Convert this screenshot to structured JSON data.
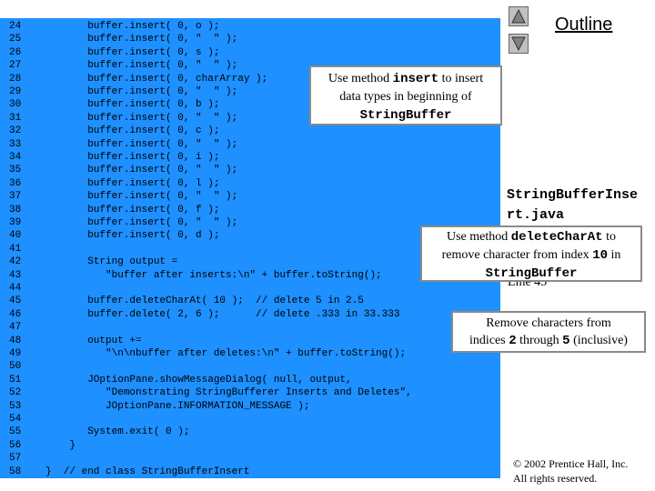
{
  "code": {
    "lines": [
      {
        "n": "24",
        "t": "       buffer.insert( 0, o );"
      },
      {
        "n": "25",
        "t": "       buffer.insert( 0, \"  \" );"
      },
      {
        "n": "26",
        "t": "       buffer.insert( 0, s );"
      },
      {
        "n": "27",
        "t": "       buffer.insert( 0, \"  \" );"
      },
      {
        "n": "28",
        "t": "       buffer.insert( 0, charArray );"
      },
      {
        "n": "29",
        "t": "       buffer.insert( 0, \"  \" );"
      },
      {
        "n": "30",
        "t": "       buffer.insert( 0, b );"
      },
      {
        "n": "31",
        "t": "       buffer.insert( 0, \"  \" );"
      },
      {
        "n": "32",
        "t": "       buffer.insert( 0, c );"
      },
      {
        "n": "33",
        "t": "       buffer.insert( 0, \"  \" );"
      },
      {
        "n": "34",
        "t": "       buffer.insert( 0, i );"
      },
      {
        "n": "35",
        "t": "       buffer.insert( 0, \"  \" );"
      },
      {
        "n": "36",
        "t": "       buffer.insert( 0, l );"
      },
      {
        "n": "37",
        "t": "       buffer.insert( 0, \"  \" );"
      },
      {
        "n": "38",
        "t": "       buffer.insert( 0, f );"
      },
      {
        "n": "39",
        "t": "       buffer.insert( 0, \"  \" );"
      },
      {
        "n": "40",
        "t": "       buffer.insert( 0, d );"
      },
      {
        "n": "41",
        "t": ""
      },
      {
        "n": "42",
        "t": "       String output ="
      },
      {
        "n": "43",
        "t": "          \"buffer after inserts:\\n\" + buffer.toString();"
      },
      {
        "n": "44",
        "t": ""
      },
      {
        "n": "45",
        "t": "       buffer.deleteCharAt( 10 );  // delete 5 in 2.5"
      },
      {
        "n": "46",
        "t": "       buffer.delete( 2, 6 );      // delete .333 in 33.333"
      },
      {
        "n": "47",
        "t": ""
      },
      {
        "n": "48",
        "t": "       output +="
      },
      {
        "n": "49",
        "t": "          \"\\n\\nbuffer after deletes:\\n\" + buffer.toString();"
      },
      {
        "n": "50",
        "t": ""
      },
      {
        "n": "51",
        "t": "       JOptionPane.showMessageDialog( null, output,"
      },
      {
        "n": "52",
        "t": "          \"Demonstrating StringBufferer Inserts and Deletes\","
      },
      {
        "n": "53",
        "t": "          JOptionPane.INFORMATION_MESSAGE );"
      },
      {
        "n": "54",
        "t": ""
      },
      {
        "n": "55",
        "t": "       System.exit( 0 );"
      },
      {
        "n": "56",
        "t": "    }"
      },
      {
        "n": "57",
        "t": ""
      },
      {
        "n": "58",
        "t": "}  // end class StringBufferInsert"
      }
    ]
  },
  "callouts": {
    "insert": {
      "pre": "Use method ",
      "kw": "insert",
      "post": " to insert",
      "line2": "data types in beginning of",
      "line3": "StringBuffer"
    },
    "deleteCharAt": {
      "pre": "Use method ",
      "kw": "deleteCharAt",
      "post": " to",
      "line2_pre": "remove character from index ",
      "line2_num": "10",
      "line2_post": " in",
      "line3": "StringBuffer"
    },
    "delete": {
      "line1": "Remove characters from",
      "line2_pre": "indices ",
      "n1": "2",
      "mid": " through ",
      "n2": "5",
      "line2_post": " (inclusive)"
    }
  },
  "sidebar": {
    "outline_label": "Outline",
    "filename": "StringBufferInse\nrt.java",
    "line_ref": "Line 45",
    "copyright_line1": "© 2002 Prentice Hall, Inc.",
    "copyright_line2": "All rights reserved."
  },
  "colors": {
    "code_background": "#1e90ff",
    "callout_border": "#8a8a8a"
  }
}
